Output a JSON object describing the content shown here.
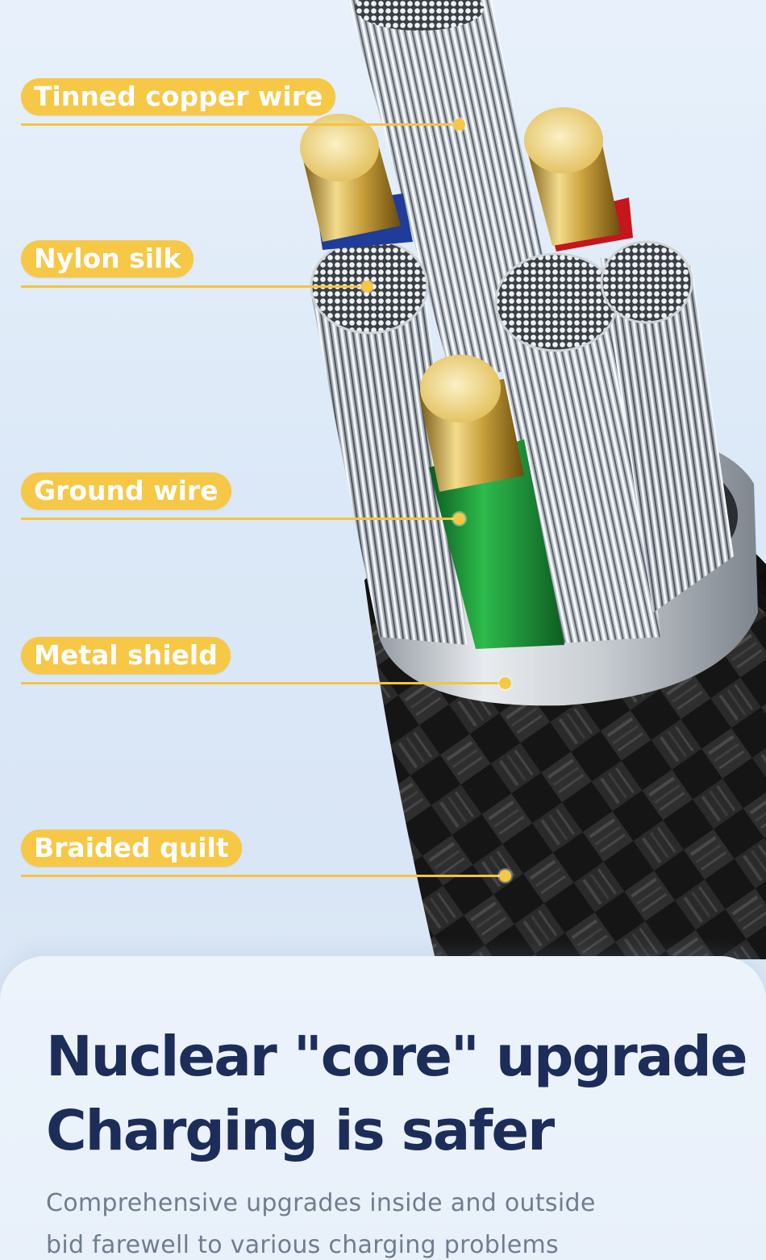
{
  "callouts": [
    {
      "id": "tinned-copper-wire",
      "label": "Tinned copper wire"
    },
    {
      "id": "nylon-silk",
      "label": "Nylon silk"
    },
    {
      "id": "ground-wire",
      "label": "Ground wire"
    },
    {
      "id": "metal-shield",
      "label": "Metal shield"
    },
    {
      "id": "braided-quilt",
      "label": "Braided quilt"
    }
  ],
  "headline": {
    "line1": "Nuclear \"core\" upgrade",
    "line2": "Charging is safer"
  },
  "subline": {
    "line1": "Comprehensive upgrades inside and outside",
    "line2": "bid farewell to various charging problems"
  },
  "colors": {
    "accent": "#f7c846",
    "headline": "#1d2d5a",
    "subline": "#6f7d8f",
    "background": "#dbe8f7",
    "braid": "#1c1c1c",
    "gold_tip": "#e6c35a",
    "ground_insulation": "#1f9a3a",
    "red_insulation": "#c4161c",
    "blue_insulation": "#1f3c9a"
  }
}
